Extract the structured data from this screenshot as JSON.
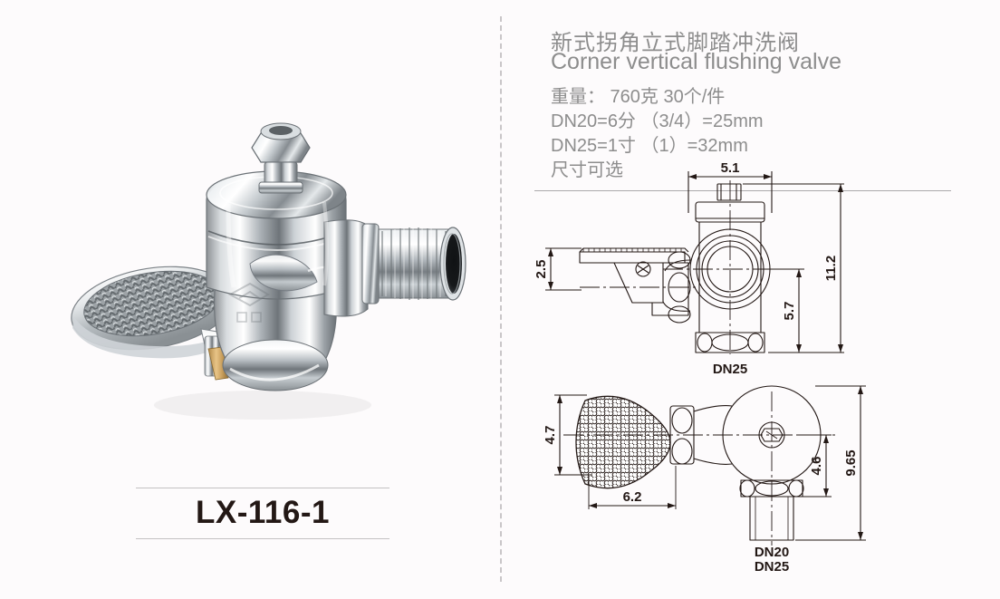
{
  "product": {
    "model": "LX-116-1",
    "title_cn": "新式拐角立式脚踏冲洗阀",
    "title_en": "Corner vertical flushing valve"
  },
  "specs": [
    "重量： 760克  30个/件",
    "DN20=6分 （3/4）=25mm",
    "DN25=1寸 （1）=32mm",
    "尺寸可选"
  ],
  "drawings": {
    "side_view": {
      "name": "side-view",
      "dimensions": {
        "width_top": "5.1",
        "height_total": "11.2",
        "height_partial": "5.7",
        "pedal_height": "2.5"
      },
      "port_label": "DN25"
    },
    "top_view": {
      "name": "top-view",
      "dimensions": {
        "pedal_width": "4.7",
        "pedal_length": "6.2",
        "body_offset": "4.6",
        "total_length": "9.65"
      },
      "port_labels": [
        "DN20",
        "DN25"
      ]
    }
  },
  "colors": {
    "background": "#fdfbfc",
    "text_gray": "#8d8d8d",
    "text_dark": "#231815",
    "line_gray": "#c9c6c8",
    "drawing_line": "#231815"
  }
}
